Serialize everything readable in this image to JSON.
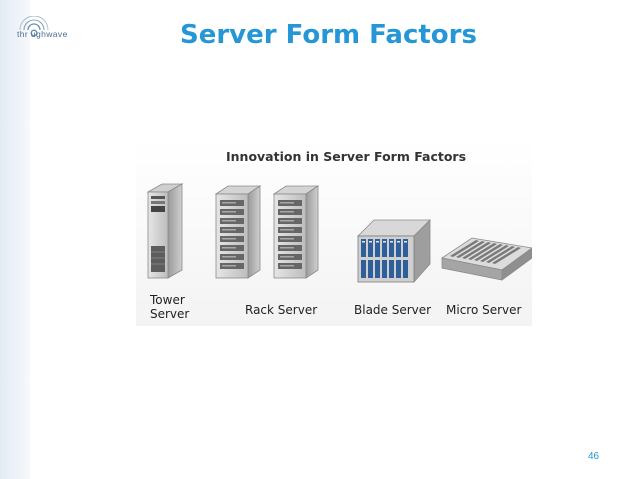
{
  "slide": {
    "logo_text": "thr  ughwave",
    "title": "Server Form Factors",
    "page_number": "46"
  },
  "figure": {
    "title": "Innovation in Server Form Factors",
    "labels": {
      "tower": [
        "Tower",
        "Server"
      ],
      "rack": "Rack Server",
      "blade": "Blade Server",
      "micro": "Micro Server"
    }
  },
  "colors": {
    "title": "#2596d6",
    "sidebar": "#e3ecf4",
    "logo": "#4a6d90"
  }
}
